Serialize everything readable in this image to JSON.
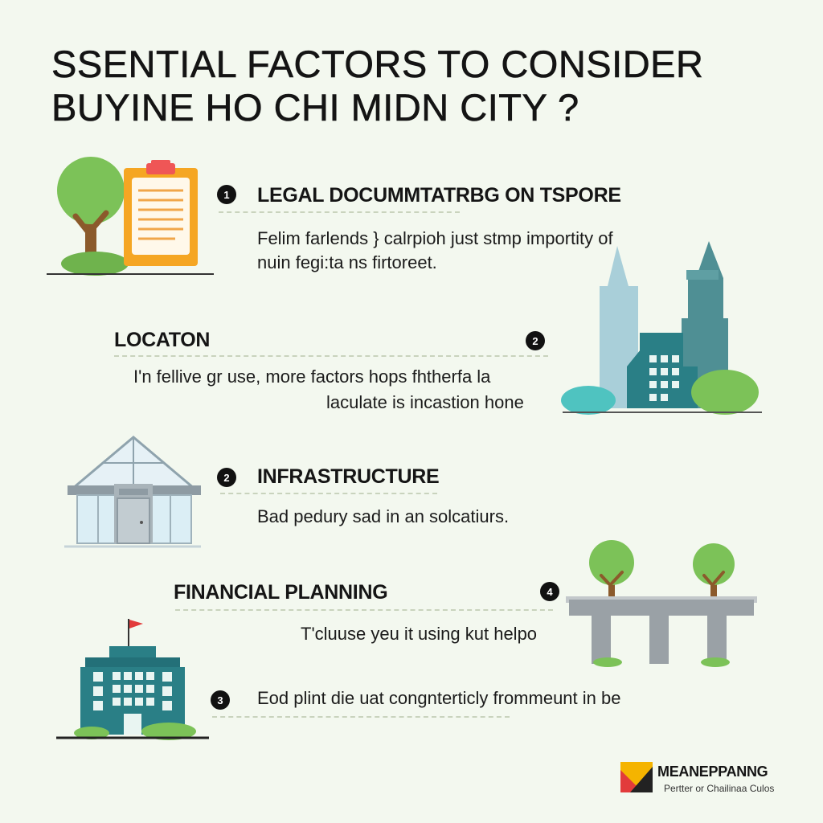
{
  "title": {
    "line1": "SSENTIAL FACTORS TO CONSIDER",
    "line2": "BUYINE HO CHI MIDN CITY ?"
  },
  "sections": {
    "legal": {
      "number": "1",
      "heading": "LEGAL DOCUMMTATRBG ON TSPORE",
      "desc_line1": "Felim farlends } calrpioh just stmp importity of",
      "desc_line2": "nuin fegi:ta ns firtoreet."
    },
    "location": {
      "number": "2",
      "heading": "LOCATON",
      "desc_line1": "I'n fellive  gr use, more factors hops fhtherfa la",
      "desc_line2": "laculate is incastion hone"
    },
    "infrastructure": {
      "number": "2",
      "heading": "INFRASTRUCTURE",
      "desc_line1": "Bad pedury sad in an solcatiurs."
    },
    "financial": {
      "number": "4",
      "heading": "FINANCIAL PLANNING",
      "desc_line1": "T'cluuse yeu it using kut helpo"
    },
    "extra": {
      "number": "3",
      "desc_line1": "Eod plint die uat congnterticly frommeunt in be"
    }
  },
  "brand": {
    "name": "MEANEPPANNG",
    "tagline": "Pertter or Chailinaa Culos"
  },
  "colors": {
    "background": "#f3f8ef",
    "tree_green": "#7cc258",
    "trunk_brown": "#8b5a2b",
    "clipboard_orange": "#f5a623",
    "building_teal": "#2a7f86",
    "skyscraper_light": "#a9cfd9",
    "skyscraper_dark": "#4f8f94",
    "bridge_gray": "#9aa1a6",
    "flag_red": "#e23b3b"
  },
  "icons": [
    "tree-icon",
    "clipboard-icon",
    "skyline-icon",
    "glass-building-icon",
    "bridge-icon",
    "office-building-icon",
    "brand-logo-icon"
  ]
}
